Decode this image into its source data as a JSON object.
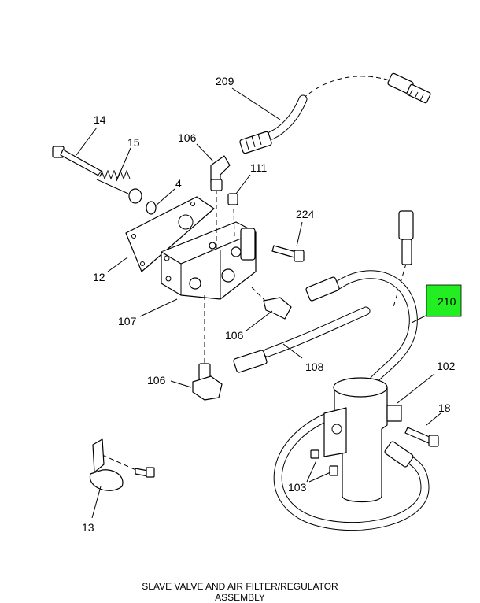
{
  "caption": {
    "line1": "SLAVE VALVE AND AIR FILTER/REGULATOR",
    "line2": "ASSEMBLY"
  },
  "callouts": [
    {
      "id": "209",
      "text": "209"
    },
    {
      "id": "14",
      "text": "14"
    },
    {
      "id": "15",
      "text": "15"
    },
    {
      "id": "106a",
      "text": "106"
    },
    {
      "id": "111",
      "text": "111"
    },
    {
      "id": "4",
      "text": "4"
    },
    {
      "id": "224",
      "text": "224"
    },
    {
      "id": "12",
      "text": "12"
    },
    {
      "id": "107",
      "text": "107"
    },
    {
      "id": "106b",
      "text": "106"
    },
    {
      "id": "108",
      "text": "108"
    },
    {
      "id": "106c",
      "text": "106"
    },
    {
      "id": "102",
      "text": "102"
    },
    {
      "id": "18",
      "text": "18"
    },
    {
      "id": "103",
      "text": "103"
    },
    {
      "id": "13",
      "text": "13"
    }
  ],
  "highlight": {
    "text": "210",
    "color": "#22ee22"
  }
}
